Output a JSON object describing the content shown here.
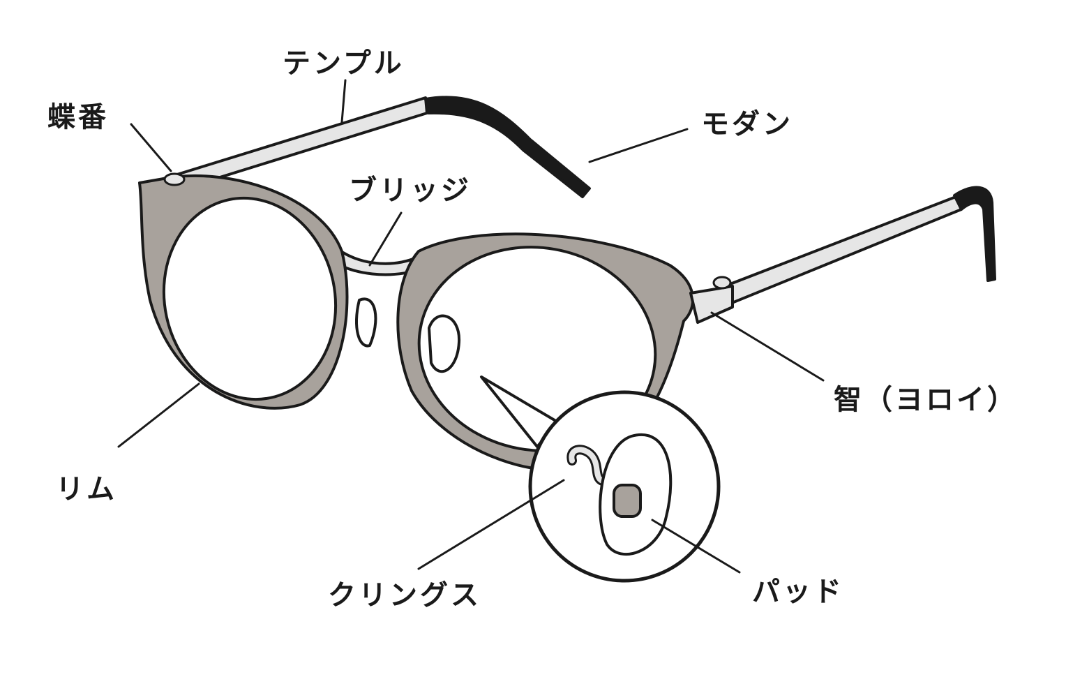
{
  "title": "Glasses parts diagram",
  "labels": {
    "temple": "テンプル",
    "hinge": "蝶番",
    "modern": "モダン",
    "bridge": "ブリッジ",
    "endpiece": "智（ヨロイ）",
    "rim": "リム",
    "clings": "クリングス",
    "pad": "パッド"
  },
  "colors": {
    "line": "#1a1a1a",
    "frame": "#a8a29c",
    "metal": "#e6e6e6",
    "tip": "#1a1a1a"
  }
}
